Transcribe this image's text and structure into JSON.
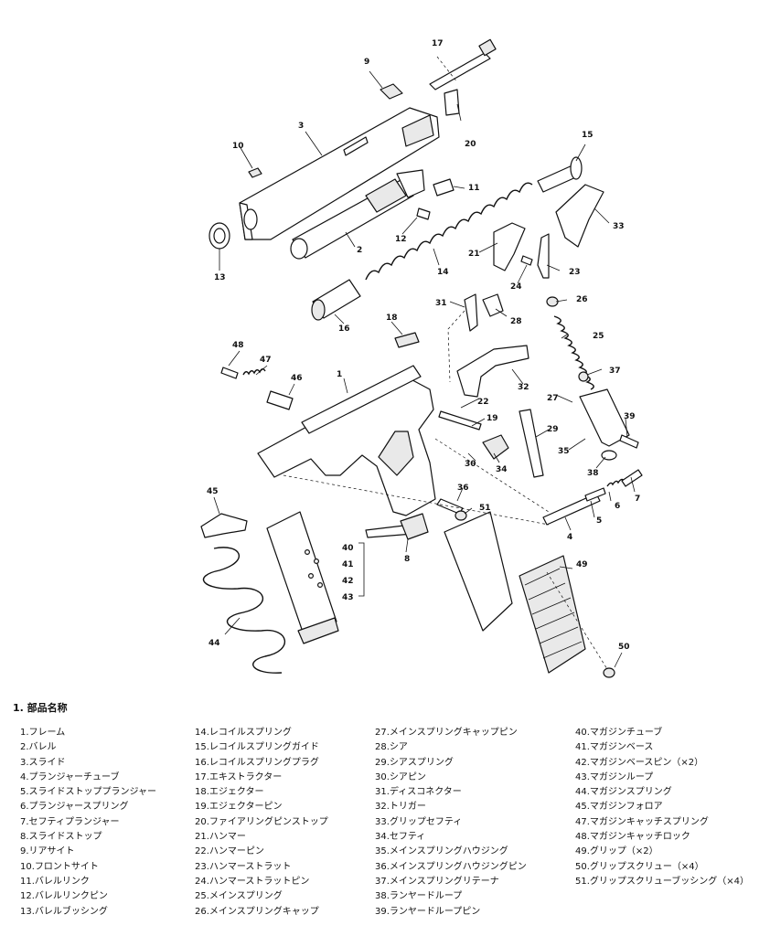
{
  "section_title": "1. 部品名称",
  "callouts": [
    "1",
    "2",
    "3",
    "4",
    "5",
    "6",
    "7",
    "8",
    "9",
    "10",
    "11",
    "12",
    "13",
    "14",
    "15",
    "16",
    "17",
    "18",
    "19",
    "20",
    "21",
    "22",
    "23",
    "24",
    "25",
    "26",
    "27",
    "28",
    "29",
    "30",
    "31",
    "32",
    "33",
    "34",
    "35",
    "36",
    "37",
    "38",
    "39",
    "40",
    "41",
    "42",
    "43",
    "44",
    "45",
    "46",
    "47",
    "48",
    "49",
    "50",
    "51"
  ],
  "parts": [
    "1.フレーム",
    "2.バレル",
    "3.スライド",
    "4.プランジャーチューブ",
    "5.スライドストッププランジャー",
    "6.プランジャースプリング",
    "7.セフティプランジャー",
    "8.スライドストップ",
    "9.リアサイト",
    "10.フロントサイト",
    "11.バレルリンク",
    "12.バレルリンクピン",
    "13.バレルブッシング",
    "14.レコイルスプリング",
    "15.レコイルスプリングガイド",
    "16.レコイルスプリングプラグ",
    "17.エキストラクター",
    "18.エジェクター",
    "19.エジェクターピン",
    "20.ファイアリングピンストップ",
    "21.ハンマー",
    "22.ハンマーピン",
    "23.ハンマーストラット",
    "24.ハンマーストラットピン",
    "25.メインスプリング",
    "26.メインスプリングキャップ",
    "27.メインスプリングキャップピン",
    "28.シア",
    "29.シアスプリング",
    "30.シアピン",
    "31.ディスコネクター",
    "32.トリガー",
    "33.グリップセフティ",
    "34.セフティ",
    "35.メインスプリングハウジング",
    "36.メインスプリングハウジングピン",
    "37.メインスプリングリテーナ",
    "38.ランヤードループ",
    "39.ランヤードループピン",
    "40.マガジンチューブ",
    "41.マガジンベース",
    "42.マガジンベースピン（×2）",
    "43.マガジンループ",
    "44.マガジンスプリング",
    "45.マガジンフォロア",
    "47.マガジンキャッチスプリング",
    "48.マガジンキャッチロック",
    "49.グリップ（×2）",
    "50.グリップスクリュー（×4）",
    "51.グリップスクリューブッシング（×4）"
  ]
}
